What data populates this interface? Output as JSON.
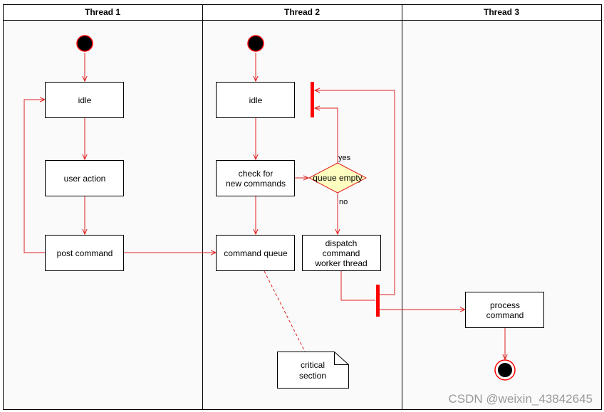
{
  "lanes": [
    {
      "title": "Thread 1"
    },
    {
      "title": "Thread 2"
    },
    {
      "title": "Thread 3"
    }
  ],
  "nodes": {
    "t1_idle": "idle",
    "t1_user_action": "user action",
    "t1_post_command": "post command",
    "t2_idle": "idle",
    "t2_check_line1": "check for",
    "t2_check_line2": "new commands",
    "t2_queue_empty": "queue empty",
    "t2_command_queue": "command queue",
    "t2_dispatch_line1": "dispatch",
    "t2_dispatch_line2": "command",
    "t2_dispatch_line3": "worker thread",
    "t3_process_line1": "process",
    "t3_process_line2": "command"
  },
  "guards": {
    "yes": "yes",
    "no": "no"
  },
  "note": {
    "line1": "critical",
    "line2": "section"
  },
  "watermark": "CSDN @weixin_43842645",
  "colors": {
    "flow": "#e02020",
    "bar": "#ff0000",
    "decision_fill": "#ffffc0",
    "lane_bg": "#fafafa"
  }
}
